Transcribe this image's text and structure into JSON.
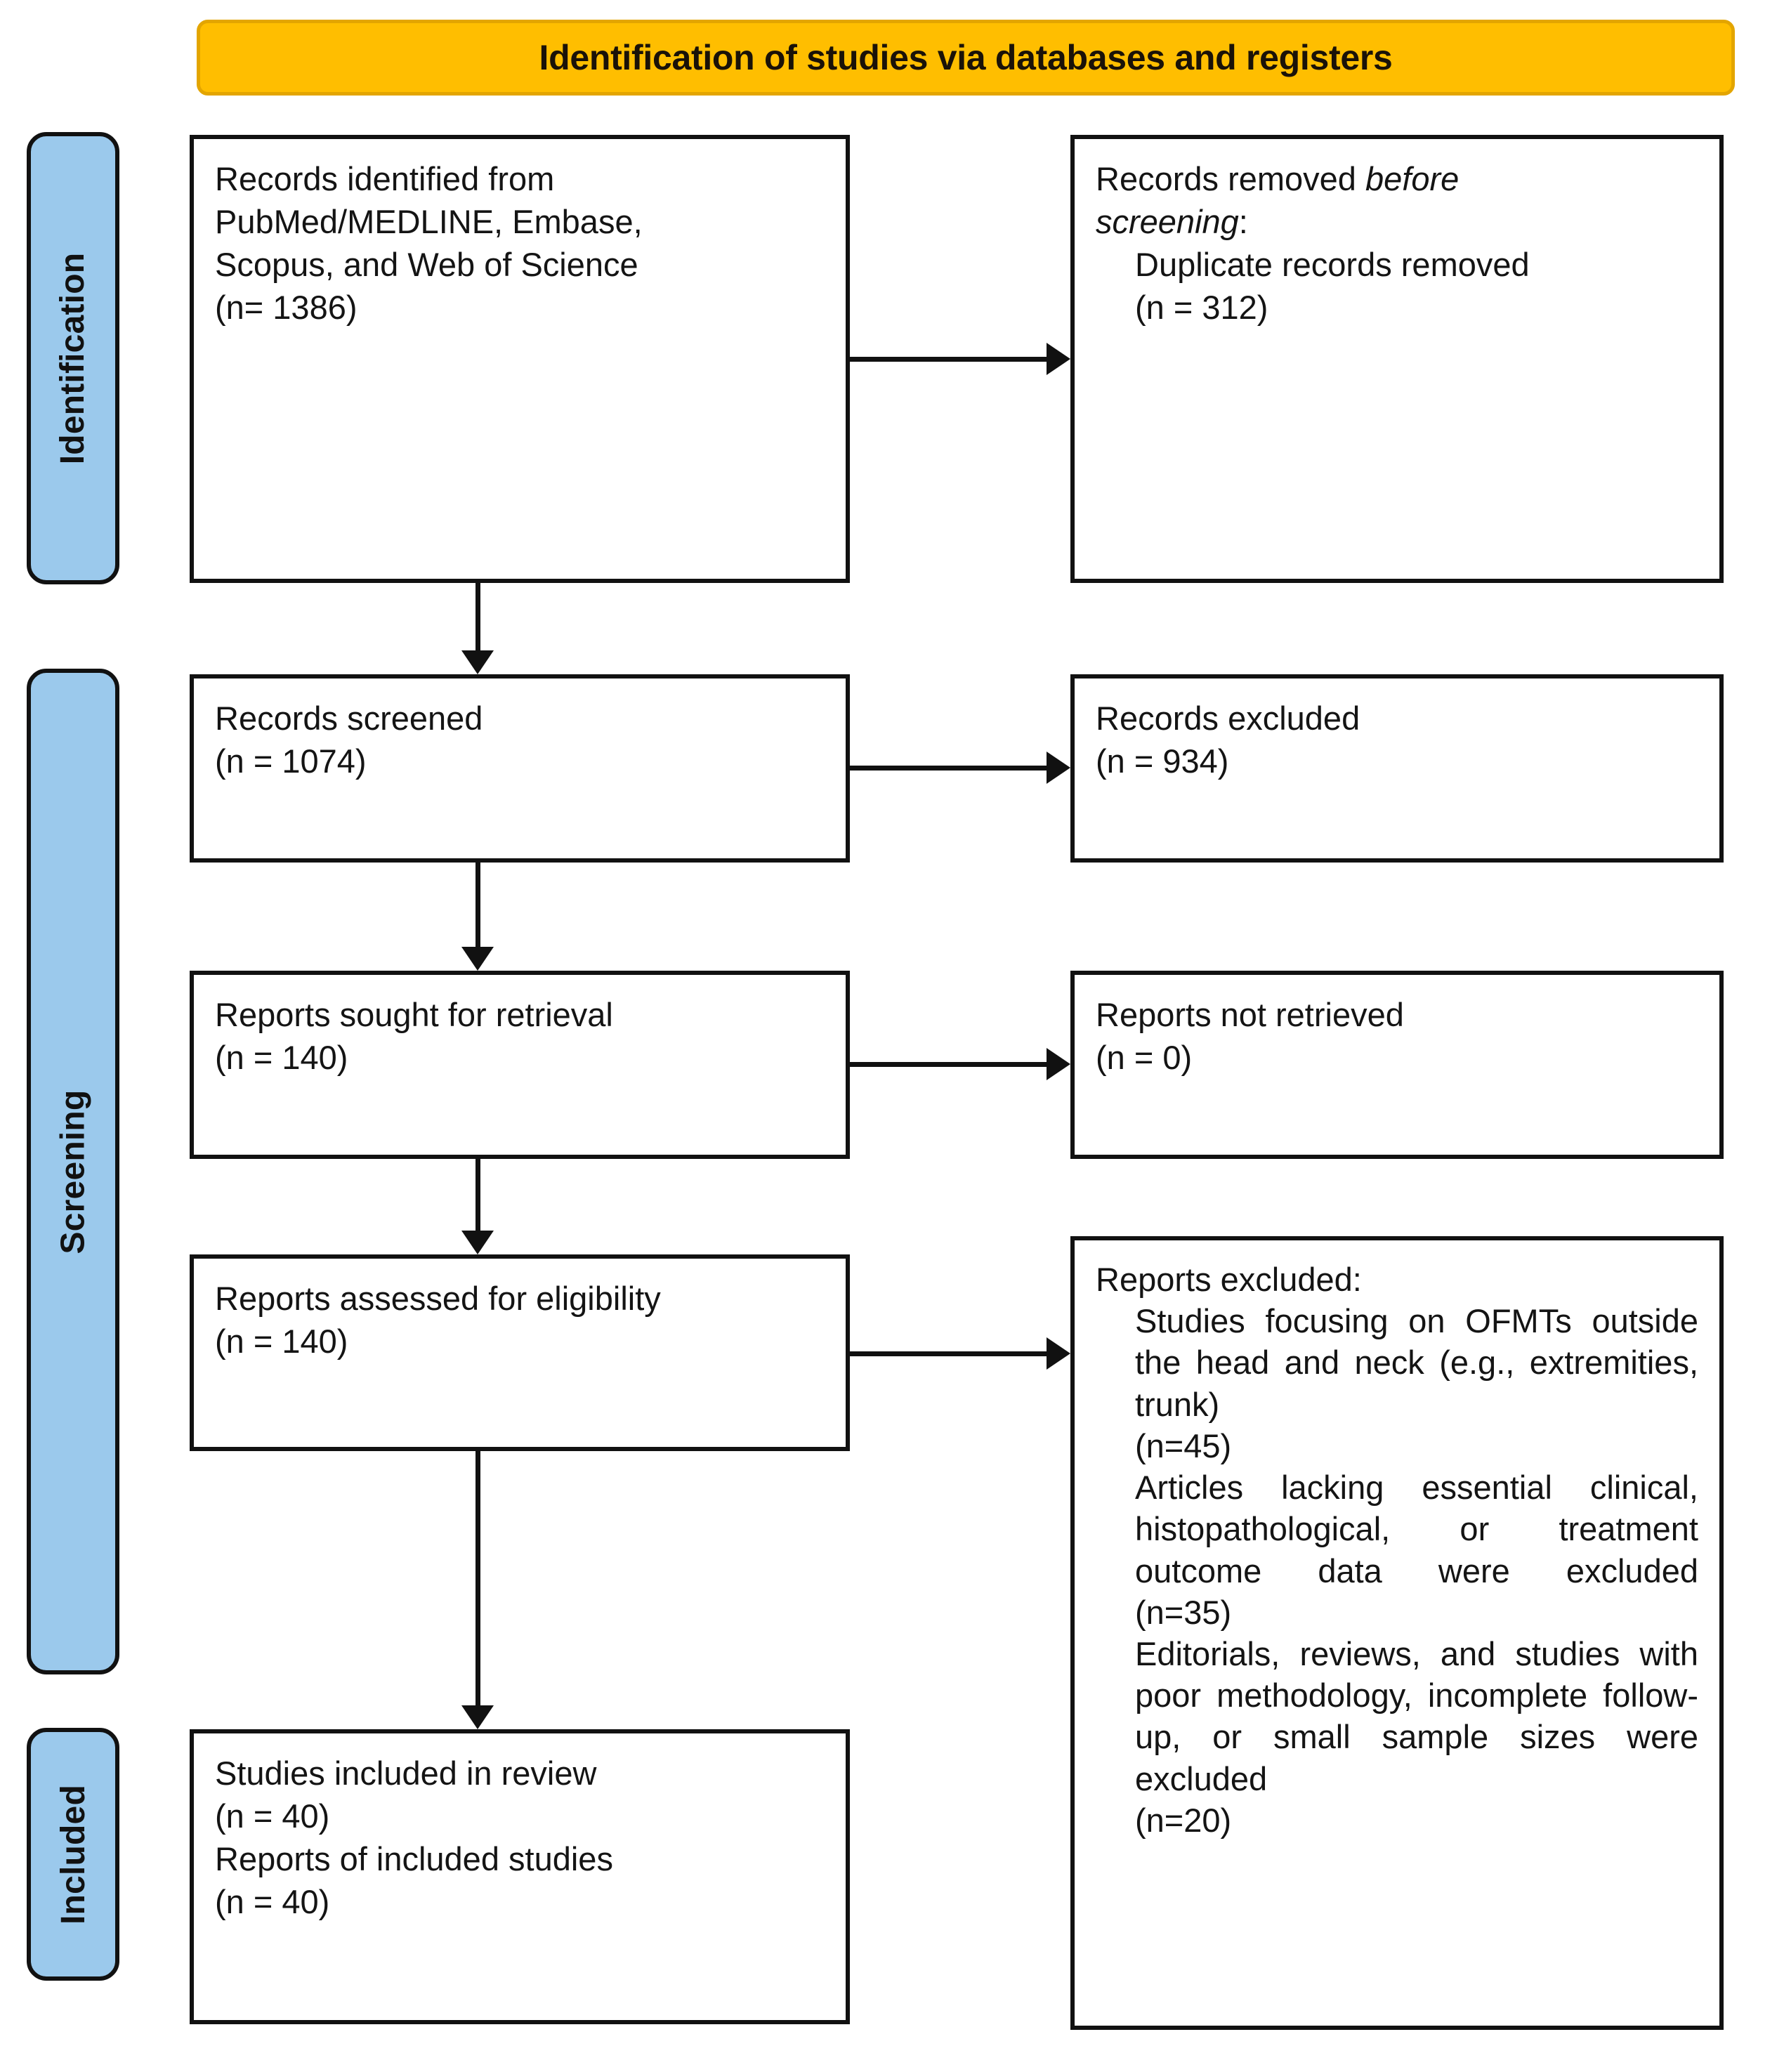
{
  "header": {
    "title": "Identification of studies via databases and registers",
    "background_color": "#FFBE00"
  },
  "stages": [
    {
      "id": "identification",
      "label": "Identification"
    },
    {
      "id": "screening",
      "label": "Screening"
    },
    {
      "id": "included",
      "label": "Included"
    }
  ],
  "stage_color": "#9BC9EC",
  "boxes": {
    "identified": {
      "line1": "Records identified from",
      "line2": "PubMed/MEDLINE, Embase,",
      "line3": "Scopus, and Web of Science",
      "line4": "(n= 1386)"
    },
    "removed": {
      "line1_a": "Records removed ",
      "line1_b": "before",
      "line2_b": "screening",
      "line2_a": ":",
      "line3": "Duplicate records removed",
      "line4": "(n = 312)"
    },
    "screened": {
      "line1": "Records screened",
      "line2": "(n = 1074)"
    },
    "excluded": {
      "line1": "Records excluded",
      "line2": "(n = 934)"
    },
    "sought": {
      "line1": "Reports sought for retrieval",
      "line2": "(n = 140)"
    },
    "not_retrieved": {
      "line1": "Reports not retrieved",
      "line2": "(n = 0)"
    },
    "assessed": {
      "line1": "Reports assessed for eligibility",
      "line2": "(n = 140)"
    },
    "reports_excluded": {
      "heading": "Reports excluded:",
      "reason1_text": "Studies focusing on OFMTs outside the head and neck (e.g., extremities, trunk)",
      "reason1_count": "(n=45)",
      "reason2_text": "Articles lacking essential clinical, histopathological, or treatment outcome data were excluded",
      "reason2_count": "(n=35)",
      "reason3_text": "Editorials, reviews, and studies with poor methodology, incomplete follow-up, or small sample sizes were excluded",
      "reason3_count": "(n=20)"
    },
    "included": {
      "line1": "Studies included in review",
      "line2": "(n = 40)",
      "line3": "Reports of included studies",
      "line4": "(n = 40)"
    }
  },
  "chart_data": {
    "type": "diagram",
    "title": "Identification of studies via databases and registers",
    "flow": [
      {
        "stage": "Identification",
        "node": "Records identified from PubMed/MEDLINE, Embase, Scopus, and Web of Science",
        "n": 1386
      },
      {
        "stage": "Identification",
        "node": "Duplicate records removed before screening",
        "n": 312
      },
      {
        "stage": "Screening",
        "node": "Records screened",
        "n": 1074
      },
      {
        "stage": "Screening",
        "node": "Records excluded",
        "n": 934
      },
      {
        "stage": "Screening",
        "node": "Reports sought for retrieval",
        "n": 140
      },
      {
        "stage": "Screening",
        "node": "Reports not retrieved",
        "n": 0
      },
      {
        "stage": "Screening",
        "node": "Reports assessed for eligibility",
        "n": 140
      },
      {
        "stage": "Screening",
        "node": "Reports excluded: Studies focusing on OFMTs outside the head and neck (e.g., extremities, trunk)",
        "n": 45
      },
      {
        "stage": "Screening",
        "node": "Reports excluded: Articles lacking essential clinical, histopathological, or treatment outcome data were excluded",
        "n": 35
      },
      {
        "stage": "Screening",
        "node": "Reports excluded: Editorials, reviews, and studies with poor methodology, incomplete follow-up, or small sample sizes were excluded",
        "n": 20
      },
      {
        "stage": "Included",
        "node": "Studies included in review",
        "n": 40
      },
      {
        "stage": "Included",
        "node": "Reports of included studies",
        "n": 40
      }
    ]
  }
}
